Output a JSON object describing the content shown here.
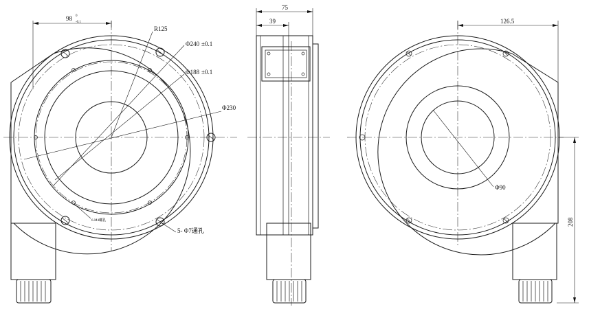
{
  "front_view": {
    "dim_98": "98",
    "dim_98_tol_upper": "0",
    "dim_98_tol_lower": "-0.1",
    "radius_label": "R125",
    "dia_240_label": "Φ240",
    "dia_240_tol": "±0.1",
    "dia_188_label": "Φ188",
    "dia_188_tol": "±0.1",
    "dia_230_label": "Φ230",
    "holes_label": "5- Φ7通孔",
    "small_note": "6-M4螺孔"
  },
  "side_view": {
    "dim_75": "75",
    "dim_39": "39"
  },
  "rear_view": {
    "dim_126_5": "126.5",
    "dia_90_label": "Φ90",
    "dim_208": "208"
  }
}
